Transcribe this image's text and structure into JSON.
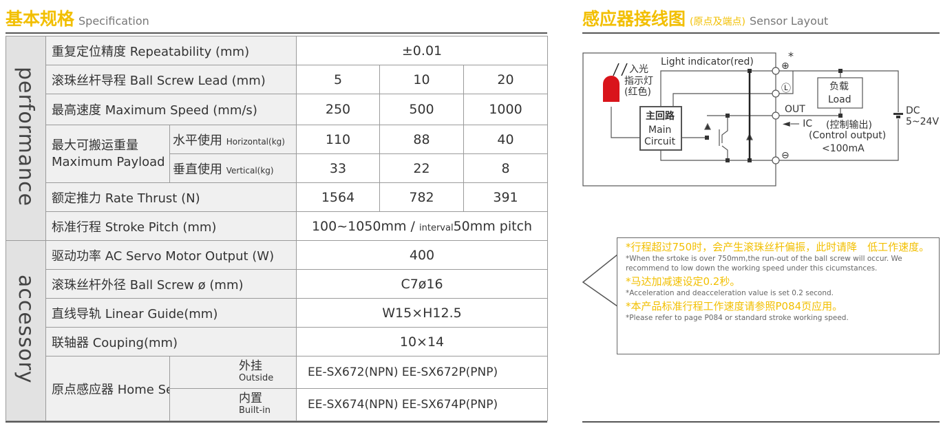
{
  "spec": {
    "title": "基本规格",
    "subtitle": "Specification",
    "categories": [
      "performance",
      "accessory"
    ],
    "rows": {
      "repeatability": {
        "label": "重复定位精度 Repeatability (mm)",
        "value": "±0.01"
      },
      "lead": {
        "label": "滚珠丝杆导程 Ball Screw Lead (mm)",
        "values": [
          "5",
          "10",
          "20"
        ]
      },
      "speed": {
        "label": "最高速度 Maximum Speed (mm/s)",
        "values": [
          "250",
          "500",
          "1000"
        ]
      },
      "payload": {
        "label_cn": "最大可搬运重量",
        "label_en": "Maximum Payload",
        "horizontal": {
          "cn": "水平使用",
          "en": "Horizontal(kg)",
          "values": [
            "110",
            "88",
            "40"
          ]
        },
        "vertical": {
          "cn": "垂直使用",
          "en": "Vertical(kg)",
          "values": [
            "33",
            "22",
            "8"
          ]
        }
      },
      "thrust": {
        "label": "额定推力 Rate Thrust (N)",
        "values": [
          "1564",
          "782",
          "391"
        ]
      },
      "stroke": {
        "label": "标准行程 Stroke Pitch (mm)",
        "value_a": "100~1050mm /",
        "value_b": "interval",
        "value_c": "50mm pitch"
      },
      "motor": {
        "label": "驱动功率 AC Servo Motor Output (W)",
        "value": "400"
      },
      "screw": {
        "label": "滚珠丝杆外径 Ball Screw ø (mm)",
        "value": "C7ø16"
      },
      "guide": {
        "label": "直线导轨 Linear Guide(mm)",
        "value": "W15×H12.5"
      },
      "coupling": {
        "label": "联轴器 Couping(mm)",
        "value": "10×14"
      },
      "sensor": {
        "label": "原点感应器 Home Sensor",
        "outside": {
          "cn": "外挂",
          "en": "Outside",
          "value": "EE-SX672(NPN)  EE-SX672P(PNP)"
        },
        "builtin": {
          "cn": "内置",
          "en": "Built-in",
          "value": "EE-SX674(NPN)  EE-SX674P(PNP)"
        }
      }
    }
  },
  "layout": {
    "title": "感应器接线图",
    "paren": "(原点及端点)",
    "subtitle": "Sensor Layout",
    "labels": {
      "light": "Light indicator(red)",
      "star": "*",
      "incoming": "入光",
      "indicator": "指示灯",
      "red": "(红色)",
      "main_cn": "主回路",
      "main_en1": "Main",
      "main_en2": "Circuit",
      "load_cn": "负载",
      "load_en": "Load",
      "out": "OUT",
      "ic": "◄— IC",
      "ctrl_cn": "(控制输出)",
      "ctrl_en": "(Control output)",
      "current": "<100mA",
      "dc": "DC",
      "voltage": "5~24V",
      "plus": "⊕",
      "l": "Ⓛ",
      "minus": "⊖"
    }
  },
  "notes": [
    {
      "cn": "*行程超过750时，会产生滚珠丝杆偏振，此时请降　低工作速度。",
      "en": "*When the srtoke is over 750mm,the run-out of the ball screw will occur. We recommend to low down the working speed under this cicumstances."
    },
    {
      "cn": "*马达加减速设定0.2秒。",
      "en": "*Acceleration and deacceleration value is set 0.2 second."
    },
    {
      "cn": "*本产品标准行程工作速度请参照P084页应用。",
      "en": "*Please refer to page P084 or standard stroke working speed."
    }
  ],
  "colors": {
    "accent": "#f2bf00",
    "indicator": "#d9141b"
  }
}
